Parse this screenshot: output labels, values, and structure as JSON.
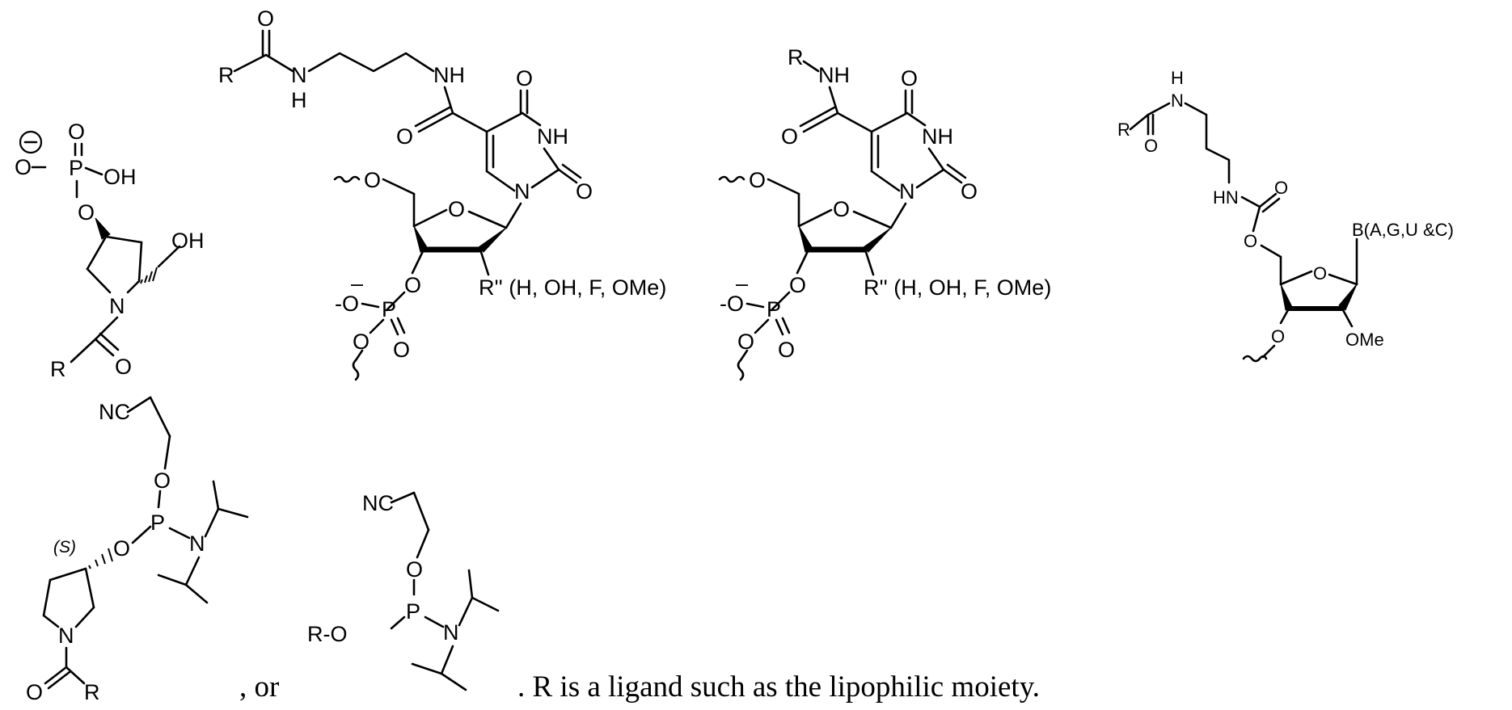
{
  "structure_1": {
    "minus_sign": "⊖",
    "o_top": "O",
    "o_left": "O",
    "p": "P",
    "oh": "OH",
    "o_ester": "O",
    "ch2oh": "OH",
    "n": "N",
    "r": "R",
    "o_carbonyl": "O"
  },
  "structure_2": {
    "r": "R",
    "o_amide": "O",
    "n_left": "N",
    "h_left": "H",
    "nh_right": "NH",
    "o_carbonyl": "O",
    "o_ring_top": "O",
    "nh_ring": "NH",
    "o_ring_right": "O",
    "n_ring": "N",
    "o_5prime": "O",
    "o_furanose": "O",
    "o_3prime": "O",
    "p": "P",
    "minus_o": "-O",
    "minus_sign": "–",
    "o_low": "O",
    "o_double": "O",
    "r2": "R'' (H, OH, F, OMe)"
  },
  "structure_3": {
    "r": "R",
    "nh": "NH",
    "o_carbonyl": "O",
    "o_ring_top": "O",
    "nh_ring": "NH",
    "o_ring_right": "O",
    "n_ring": "N",
    "o_5prime": "O",
    "o_furanose": "O",
    "o_3prime": "O",
    "p": "P",
    "minus_o": "-O",
    "minus_sign": "–",
    "o_low": "O",
    "o_double": "O",
    "r2": "R'' (H, OH, F, OMe)"
  },
  "structure_4": {
    "r": "R",
    "h": "H",
    "n": "N",
    "o_amide": "O",
    "hn": "HN",
    "o_carbamate": "O",
    "o_ester": "O",
    "base": "B(A,G,U &C)",
    "o_furanose": "O",
    "o_3prime": "O",
    "ome": "OMe"
  },
  "structure_5": {
    "nc": "NC",
    "o": "O",
    "p": "P",
    "n": "N",
    "stereo": "(S)",
    "o_ring": "O",
    "n_ring": "N",
    "o_carbonyl": "O",
    "r": "R"
  },
  "separator": ", or",
  "structure_6": {
    "nc": "NC",
    "o": "O",
    "p": "P",
    "n": "N",
    "ro": "R-O"
  },
  "caption": ".  R is a ligand such as the lipophilic moiety."
}
